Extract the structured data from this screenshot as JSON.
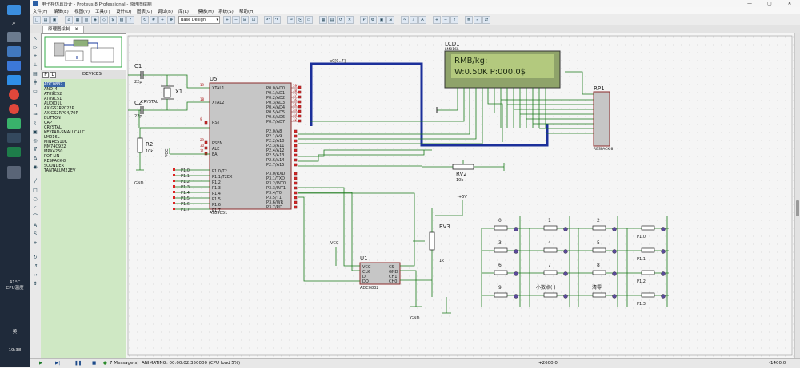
{
  "window": {
    "title": "电子秤仿真设计 - Proteus 8 Professional - 原理图绘制",
    "controls": [
      "—",
      "▢",
      "✕"
    ]
  },
  "menu": [
    "文件(F)",
    "编辑(E)",
    "视图(V)",
    "工具(T)",
    "设计(D)",
    "图表(G)",
    "调试(B)",
    "库(L)",
    "模板(M)",
    "系统(S)",
    "帮助(H)"
  ],
  "toolbar": {
    "zoom_select": "Base Design"
  },
  "tab": {
    "label": "原理图绘制",
    "close": "✕"
  },
  "sidebar": {
    "panel_buttons": [
      "P",
      "L"
    ],
    "devices_title": "DEVICES",
    "devices": [
      "ADC0832",
      "AND_4",
      "AT89C52",
      "AT89C51",
      "AUDIO1U",
      "AXIGS2RP022P",
      "AXIGS2RP04/70P",
      "BUTTON",
      "CAP",
      "CRYSTAL",
      "KEYPAD-SMALLCALC",
      "LM016L",
      "MINRES10K",
      "NM74C922",
      "MPX4250",
      "POT-LIN",
      "RESPACK-8",
      "SOUNDER",
      "TANTALUM22EV"
    ],
    "selected_index": 0
  },
  "taskbar": {
    "weather_temp": "41°C",
    "weather_text": "CPU温度",
    "ime": "英",
    "time": "19:38"
  },
  "schematic": {
    "lcd": {
      "ref": "LCD1",
      "part": "LM016L",
      "line1": "RMB/kg:",
      "line2": "W:0.50K P:000.0$"
    },
    "mcu": {
      "ref": "U5",
      "part": "AT89C51",
      "pins_left": [
        "XTAL1",
        "XTAL2",
        "RST",
        "PSEN",
        "ALE",
        "EA"
      ],
      "pins_p1": [
        "P1.0/T2",
        "P1.1/T2EX",
        "P1.2",
        "P1.3",
        "P1.4",
        "P1.5",
        "P1.6",
        "P1.7"
      ],
      "pins_p0": [
        "P0.0/AD0",
        "P0.1/AD1",
        "P0.2/AD2",
        "P0.3/AD3",
        "P0.4/AD4",
        "P0.5/AD5",
        "P0.6/AD6",
        "P0.7/AD7"
      ],
      "pins_p2": [
        "P2.0/A8",
        "P2.1/A9",
        "P2.2/A10",
        "P2.3/A11",
        "P2.4/A12",
        "P2.5/A13",
        "P2.6/A14",
        "P2.7/A15"
      ],
      "pins_p3": [
        "P3.0/RXD",
        "P3.1/TXD",
        "P3.2/INT0",
        "P3.3/INT1",
        "P3.4/T0",
        "P3.5/T1",
        "P3.6/WR",
        "P3.7/RD"
      ],
      "pin_nums_left": [
        "19",
        "18",
        "9",
        "29",
        "30",
        "31"
      ],
      "pin_nums_p0": [
        "39",
        "38",
        "37",
        "36",
        "35",
        "34",
        "33",
        "32"
      ]
    },
    "c1": {
      "ref": "C1",
      "value": "22p"
    },
    "c2": {
      "ref": "C2",
      "value": "22p"
    },
    "x1": {
      "ref": "X1",
      "part": "CRYSTAL"
    },
    "r2": {
      "ref": "R2",
      "value": "10k"
    },
    "rp1": {
      "ref": "RP1",
      "part": "RESPACK-8"
    },
    "rv2": {
      "ref": "RV2",
      "value": "10k"
    },
    "rv3": {
      "ref": "RV3",
      "value": "1k"
    },
    "adc": {
      "ref": "U1",
      "part": "ADC0832",
      "pins_left": [
        "VCC",
        "CLK",
        "DI",
        "DO"
      ],
      "pins_right": [
        "CS",
        "GND",
        "CH1",
        "CH0"
      ]
    },
    "bus_label": "p0[0..7]",
    "vcc": "VCC",
    "plus5v": "+5V",
    "gnd": "GND",
    "p1_labels": [
      "P1.0",
      "P1.1",
      "P1.2",
      "P1.3",
      "P1.4",
      "P1.5",
      "P1.6",
      "P1.7"
    ],
    "keys": [
      "0",
      "1",
      "2",
      "3",
      "4",
      "5",
      "6",
      "7",
      "8",
      "9",
      "小数点( )",
      "清零"
    ],
    "key_row_labels": [
      "P1.0",
      "P1.1",
      "P1.2",
      "P1.3"
    ]
  },
  "status": {
    "messages": "7 Message(s)",
    "animating": "ANIMATING: 00:00:02.350000 (CPU load 5%)",
    "coord_x": "+2600.0",
    "coord_y": "-1400.0"
  }
}
